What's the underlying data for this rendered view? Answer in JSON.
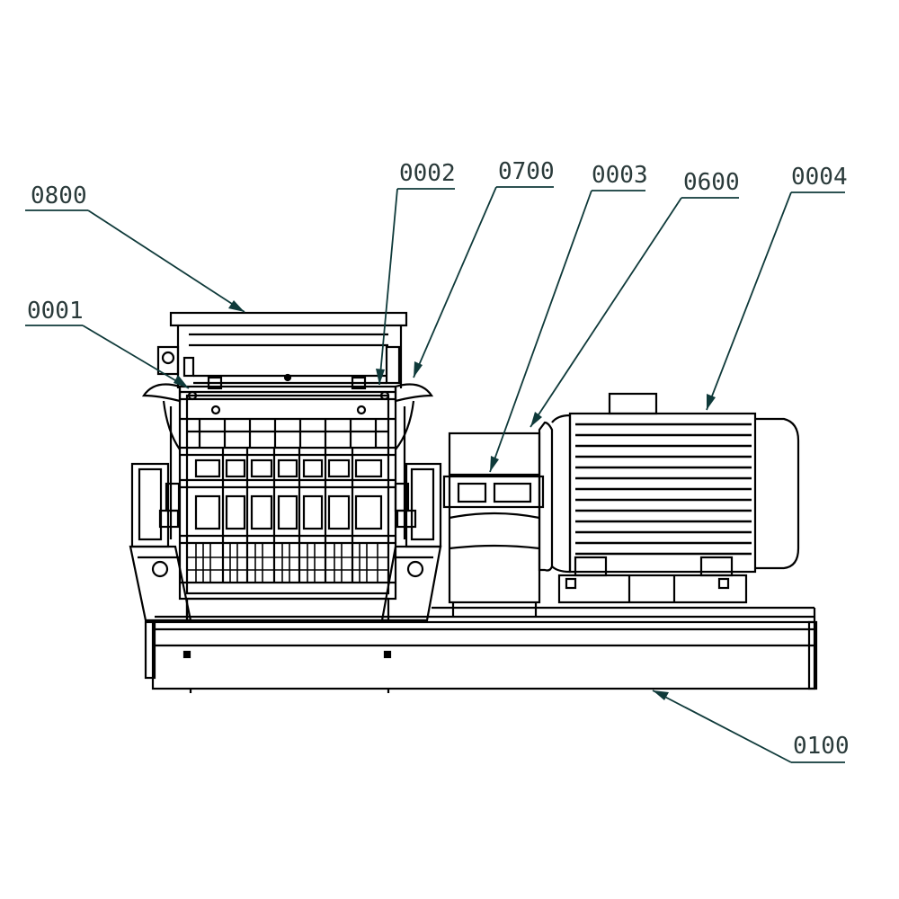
{
  "diagram": {
    "colors": {
      "line": "#000000",
      "leader": "#0f3a3a",
      "label": "#2a3a3a"
    },
    "callouts": [
      {
        "id": "c0800",
        "text": "0800"
      },
      {
        "id": "c0002",
        "text": "0002"
      },
      {
        "id": "c0700",
        "text": "0700"
      },
      {
        "id": "c0003",
        "text": "0003"
      },
      {
        "id": "c0600",
        "text": "0600"
      },
      {
        "id": "c0004",
        "text": "0004"
      },
      {
        "id": "c0001",
        "text": "0001"
      },
      {
        "id": "c0100",
        "text": "0100"
      }
    ]
  }
}
